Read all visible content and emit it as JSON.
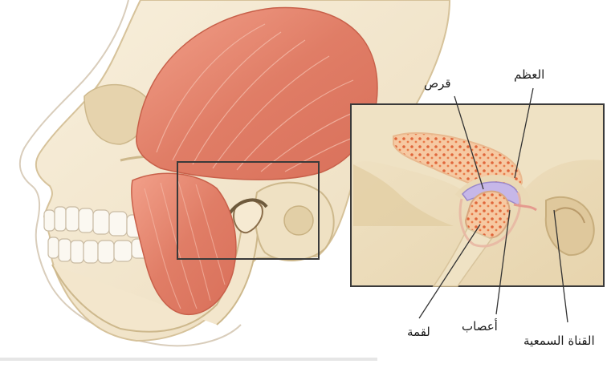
{
  "labels": {
    "disc": "قرص",
    "bone": "العظم",
    "condyle": "لقمة",
    "nerves": "أعصاب",
    "ear_canal": "القناة السمعية"
  }
}
